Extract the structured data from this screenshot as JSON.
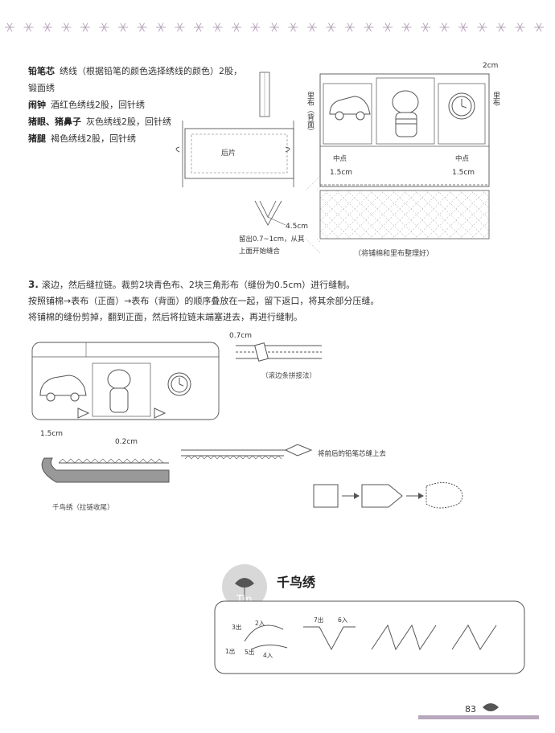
{
  "header": {
    "pattern_glyph": "❋"
  },
  "materials": [
    {
      "term": "铅笔芯",
      "desc": "绣线（根据铅笔的颜色选择绣线的颜色）2股，"
    },
    {
      "term": "",
      "desc": "锻面绣"
    },
    {
      "term": "闹钟",
      "desc": "酒红色绣线2股，回针绣"
    },
    {
      "term": "猪眼、猪鼻子",
      "desc": "灰色绣线2股，回针绣"
    },
    {
      "term": "猪腿",
      "desc": "褐色绣线2股，回针绣"
    }
  ],
  "fig_back": {
    "back_label": "后片",
    "dim": "4.5cm",
    "note_line1": "留出0.7~1cm，从其",
    "note_line2": "上面开始缝合"
  },
  "fig_lining": {
    "dim_top": "2cm",
    "lining_left": "里布（背面）",
    "lining_right": "里布",
    "mid_left": "中点",
    "mid_right": "中点",
    "dim_left": "1.5cm",
    "dim_right": "1.5cm",
    "caption": "（将铺棉和里布整理好）"
  },
  "step3": {
    "number": "3.",
    "line1": "滚边，然后缝拉链。裁剪2块青色布、2块三角形布（缝份为0.5cm）进行缝制。",
    "line2": "按照铺棉→表布（正面）→表布（背面）的顺序叠放在一起，留下返口，将其余部分压缝。",
    "line3": "将铺棉的缝份剪掉，翻到正面，然后将拉链末端塞进去，再进行缝制。"
  },
  "fig_binding": {
    "dim": "0.7cm",
    "caption": "（滚边条拼接法）"
  },
  "fig_zipper": {
    "dim1": "1.5cm",
    "dim2": "0.2cm",
    "caption": "千鸟绣（拉链收尾）",
    "pencil_note": "将前后的铅笔芯缝上去"
  },
  "tip": {
    "badge": "Tip",
    "title": "千鸟绣",
    "labels": {
      "out3": "3出",
      "in2": "2入",
      "out1": "1出",
      "out5": "5出",
      "in4": "4入",
      "out7": "7出",
      "in6": "6入"
    }
  },
  "footer": {
    "page_number": "83"
  }
}
